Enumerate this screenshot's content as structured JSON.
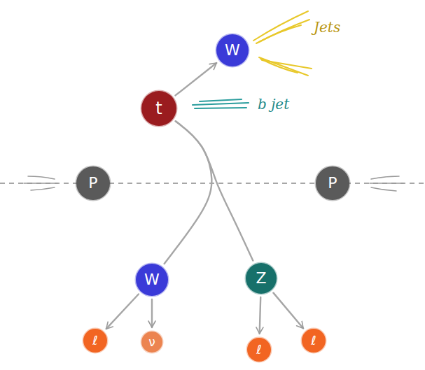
{
  "diagram": {
    "nodes": [
      {
        "text": [
          "W"
        ]
      },
      {
        "text": [
          "t"
        ]
      },
      {
        "text": [
          "P"
        ]
      },
      {
        "text": [
          "P"
        ]
      },
      {
        "text": [
          "W"
        ]
      },
      {
        "text": [
          "Z"
        ]
      },
      {
        "text": [
          "ℓ"
        ]
      },
      {
        "text": [
          "ν"
        ]
      },
      {
        "text": [
          "ℓ"
        ]
      },
      {
        "text": [
          "ℓ"
        ]
      }
    ],
    "edges": [
      {
        "from": 1,
        "to": 0,
        "arrow": "to"
      },
      {
        "from": 1,
        "to": 4,
        "arrow": "none"
      },
      {
        "from": 1,
        "to": 5,
        "arrow": "none"
      },
      {
        "from": 4,
        "to": 6,
        "arrow": "to"
      },
      {
        "from": 4,
        "to": 7,
        "arrow": "to"
      },
      {
        "from": 5,
        "to": 8,
        "arrow": "to"
      },
      {
        "from": 5,
        "to": 9,
        "arrow": "to"
      }
    ],
    "labels": [
      "Jets",
      "b jet"
    ]
  }
}
